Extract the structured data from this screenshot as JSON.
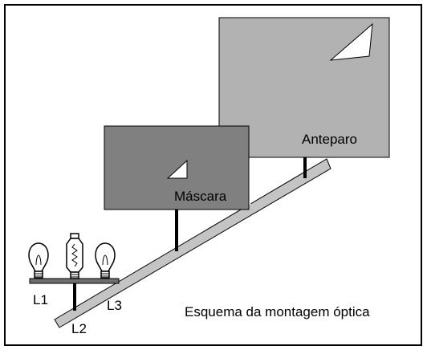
{
  "diagram": {
    "caption": "Esquema da montagem óptica",
    "labels": {
      "screen": "Anteparo",
      "mask": "Máscara",
      "lamp_1": "L1",
      "lamp_2": "L2",
      "lamp_3": "L3"
    },
    "colors": {
      "background": "#ffffff",
      "frame": "#000000",
      "screen_fill": "#b2b2b2",
      "mask_fill": "#808080",
      "rail_fill": "#c4c4c4",
      "lamp_base": "#6e6e6e",
      "triangle_fill": "#ffffff"
    }
  }
}
